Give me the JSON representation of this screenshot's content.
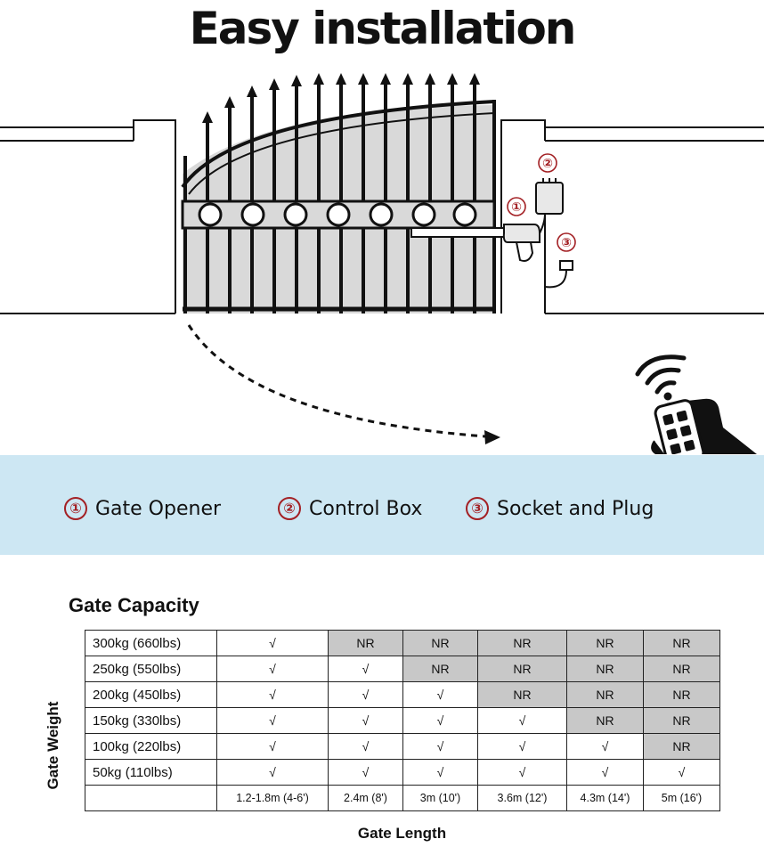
{
  "title": "Easy installation",
  "callouts": [
    "①",
    "②",
    "③"
  ],
  "legend": [
    {
      "num": "①",
      "label": "Gate Opener"
    },
    {
      "num": "②",
      "label": "Control Box"
    },
    {
      "num": "③",
      "label": "Socket and Plug"
    }
  ],
  "icons": [
    "gate-icon",
    "gate-opener-icon",
    "control-box-icon",
    "socket-plug-icon",
    "remote-control-icon",
    "wireless-signal-icon",
    "swing-arrow-icon"
  ],
  "colors": {
    "accent": "#a32024",
    "band": "#cde7f3",
    "nr_cell": "#c8c8c8"
  },
  "capacity": {
    "title": "Gate Capacity",
    "y_label": "Gate Weight",
    "x_label": "Gate Length",
    "lengths": [
      "1.2-1.8m (4-6')",
      "2.4m (8')",
      "3m (10')",
      "3.6m (12')",
      "4.3m (14')",
      "5m (16')"
    ],
    "rows": [
      {
        "weight": "300kg (660lbs)",
        "cells": [
          "√",
          "NR",
          "NR",
          "NR",
          "NR",
          "NR"
        ]
      },
      {
        "weight": "250kg (550lbs)",
        "cells": [
          "√",
          "√",
          "NR",
          "NR",
          "NR",
          "NR"
        ]
      },
      {
        "weight": "200kg (450lbs)",
        "cells": [
          "√",
          "√",
          "√",
          "NR",
          "NR",
          "NR"
        ]
      },
      {
        "weight": "150kg (330lbs)",
        "cells": [
          "√",
          "√",
          "√",
          "√",
          "NR",
          "NR"
        ]
      },
      {
        "weight": "100kg (220lbs)",
        "cells": [
          "√",
          "√",
          "√",
          "√",
          "√",
          "NR"
        ]
      },
      {
        "weight": "50kg (110lbs)",
        "cells": [
          "√",
          "√",
          "√",
          "√",
          "√",
          "√"
        ]
      }
    ]
  }
}
